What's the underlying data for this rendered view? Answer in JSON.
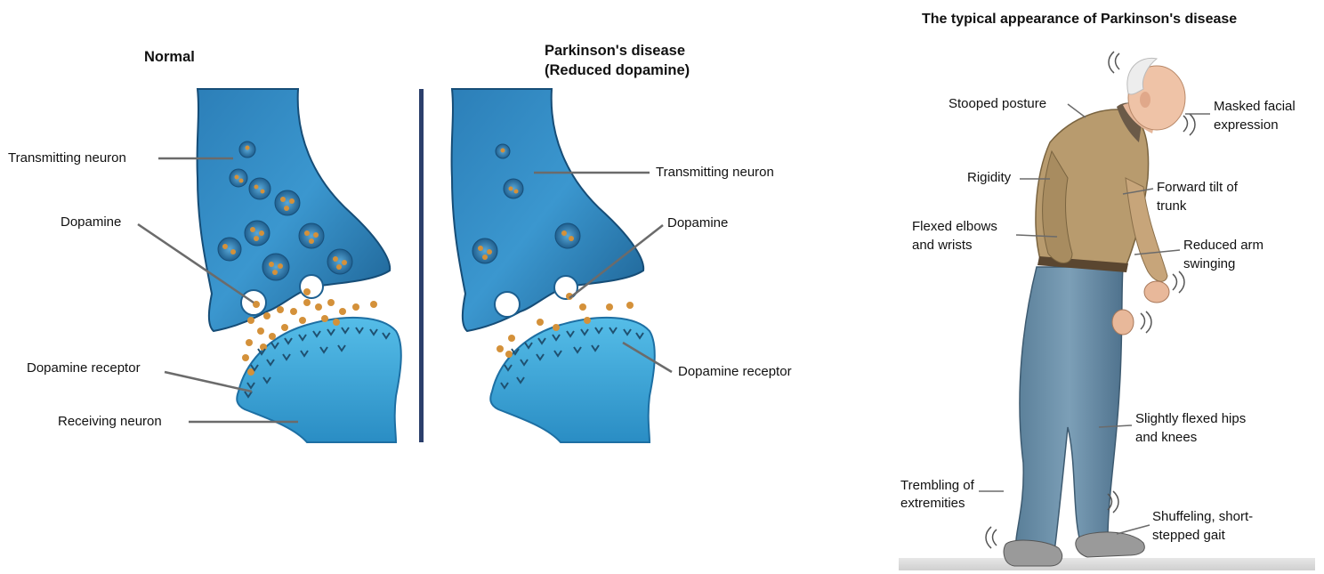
{
  "normal": {
    "title": "Normal",
    "transmitting_neuron": "Transmitting neuron",
    "dopamine": "Dopamine",
    "dopamine_receptor": "Dopamine receptor",
    "receiving_neuron": "Receiving neuron"
  },
  "parkinsons": {
    "title_line1": "Parkinson's disease",
    "title_line2": "(Reduced dopamine)",
    "transmitting_neuron": "Transmitting neuron",
    "dopamine": "Dopamine",
    "dopamine_receptor": "Dopamine receptor"
  },
  "appearance": {
    "title": "The typical appearance of Parkinson's disease",
    "stooped_posture": "Stooped posture",
    "masked_line1": "Masked facial",
    "masked_line2": "expression",
    "rigidity": "Rigidity",
    "forward_tilt_line1": "Forward tilt of",
    "forward_tilt_line2": "trunk",
    "flexed_elbows_line1": "Flexed elbows",
    "flexed_elbows_line2": "and wrists",
    "reduced_arm_line1": "Reduced arm",
    "reduced_arm_line2": "swinging",
    "flexed_hips_line1": "Slightly flexed hips",
    "flexed_hips_line2": "and knees",
    "trembling_line1": "Trembling of",
    "trembling_line2": "extremities",
    "gait_line1": "Shuffeling, short-",
    "gait_line2": "stepped gait"
  },
  "colors": {
    "neuron_dark": "#1d5f8f",
    "neuron_mid": "#2f86bf",
    "receiving": "#3aa3d6",
    "dopamine": "#d4913a",
    "divider": "#2b3f6b",
    "leader": "#6b6b6b"
  }
}
